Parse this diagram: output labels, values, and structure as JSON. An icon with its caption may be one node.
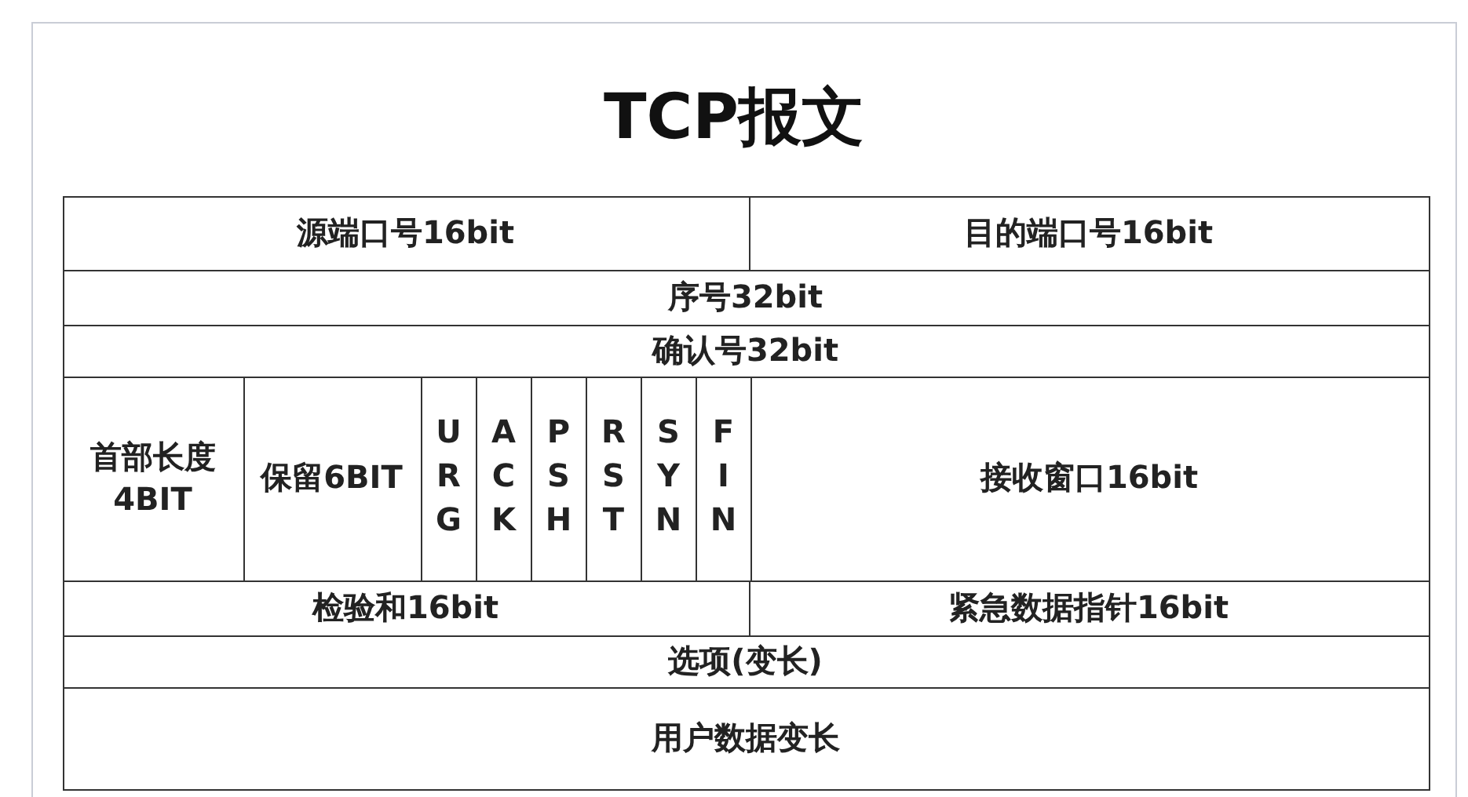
{
  "diagram": {
    "title": "TCP报文",
    "labels": [
      "源端口号16bit",
      "目的端口号16bit",
      "序号32bit",
      "确认号32bit",
      "首部长度4BIT",
      "保留6BIT",
      "URG",
      "ACK",
      "PSH",
      "RST",
      "SYN",
      "FIN",
      "接收窗口16bit",
      "检验和16bit",
      "紧急数据指针16bit",
      "选项(变长)",
      "用户数据变长"
    ]
  }
}
